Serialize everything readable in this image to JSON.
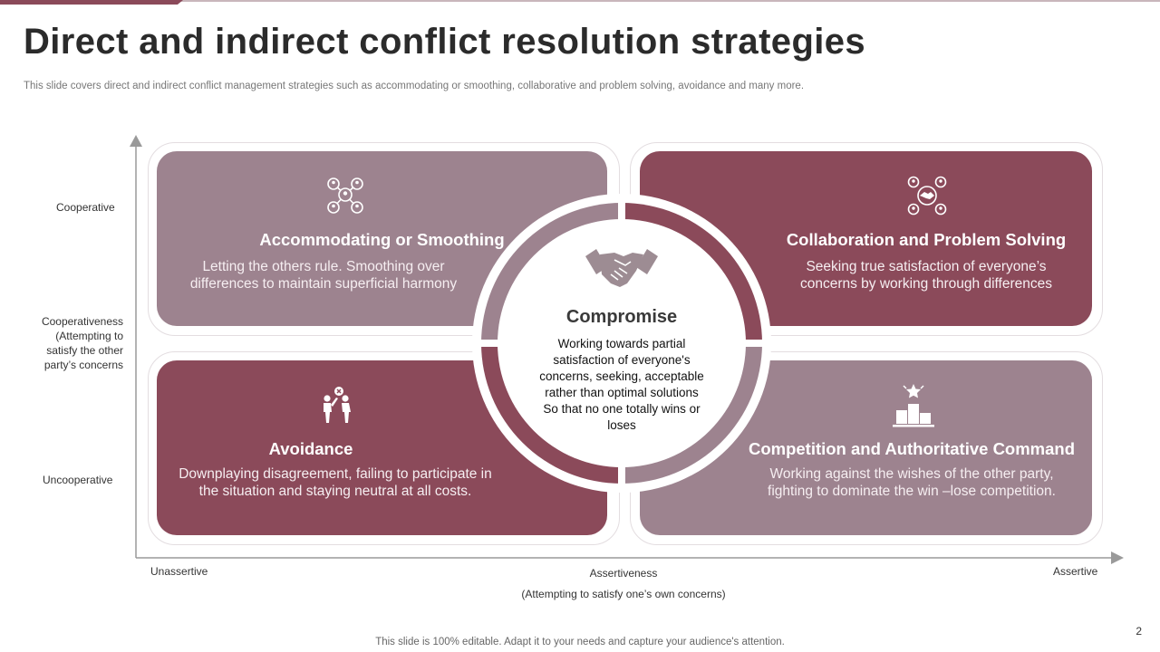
{
  "slide": {
    "title": "Direct and indirect conflict resolution strategies",
    "subtitle": "This slide covers direct and indirect conflict management strategies such as accommodating or smoothing, collaborative and problem solving, avoidance and many more.",
    "footer": "This slide is 100% editable. Adapt it to your needs and capture your audience's attention.",
    "page_number": "2"
  },
  "axes": {
    "y_top": "Cooperative",
    "y_middle": "Cooperativeness (Attempting to satisfy the other party’s concerns",
    "y_bottom": "Uncooperative",
    "x_left": "Unassertive",
    "x_middle": "Assertiveness",
    "x_sub": "(Attempting to satisfy one’s own concerns)",
    "x_right": "Assertive"
  },
  "quadrants": {
    "top_left": {
      "title": "Accommodating or Smoothing",
      "description": "Letting the others rule. Smoothing over differences to maintain superficial harmony",
      "icon": "network-people-icon"
    },
    "top_right": {
      "title": "Collaboration and Problem Solving",
      "description": "Seeking true satisfaction of everyone’s concerns by working through differences",
      "icon": "handshake-people-icon"
    },
    "bottom_left": {
      "title": "Avoidance",
      "description": "Downplaying disagreement, failing to participate in the situation and staying neutral at all costs.",
      "icon": "people-avoid-icon"
    },
    "bottom_right": {
      "title": "Competition and Authoritative Command",
      "description": "Working against the wishes of the other party, fighting to dominate the win –lose competition.",
      "icon": "podium-star-icon"
    }
  },
  "center": {
    "title": "Compromise",
    "description": "Working towards partial satisfaction of everyone's concerns, seeking, acceptable rather than optimal solutions So that no one totally  wins or loses",
    "icon": "handshake-icon"
  },
  "colors": {
    "dark": "#8b4a5a",
    "light": "#9d838f",
    "axis": "#9a9a9a"
  }
}
